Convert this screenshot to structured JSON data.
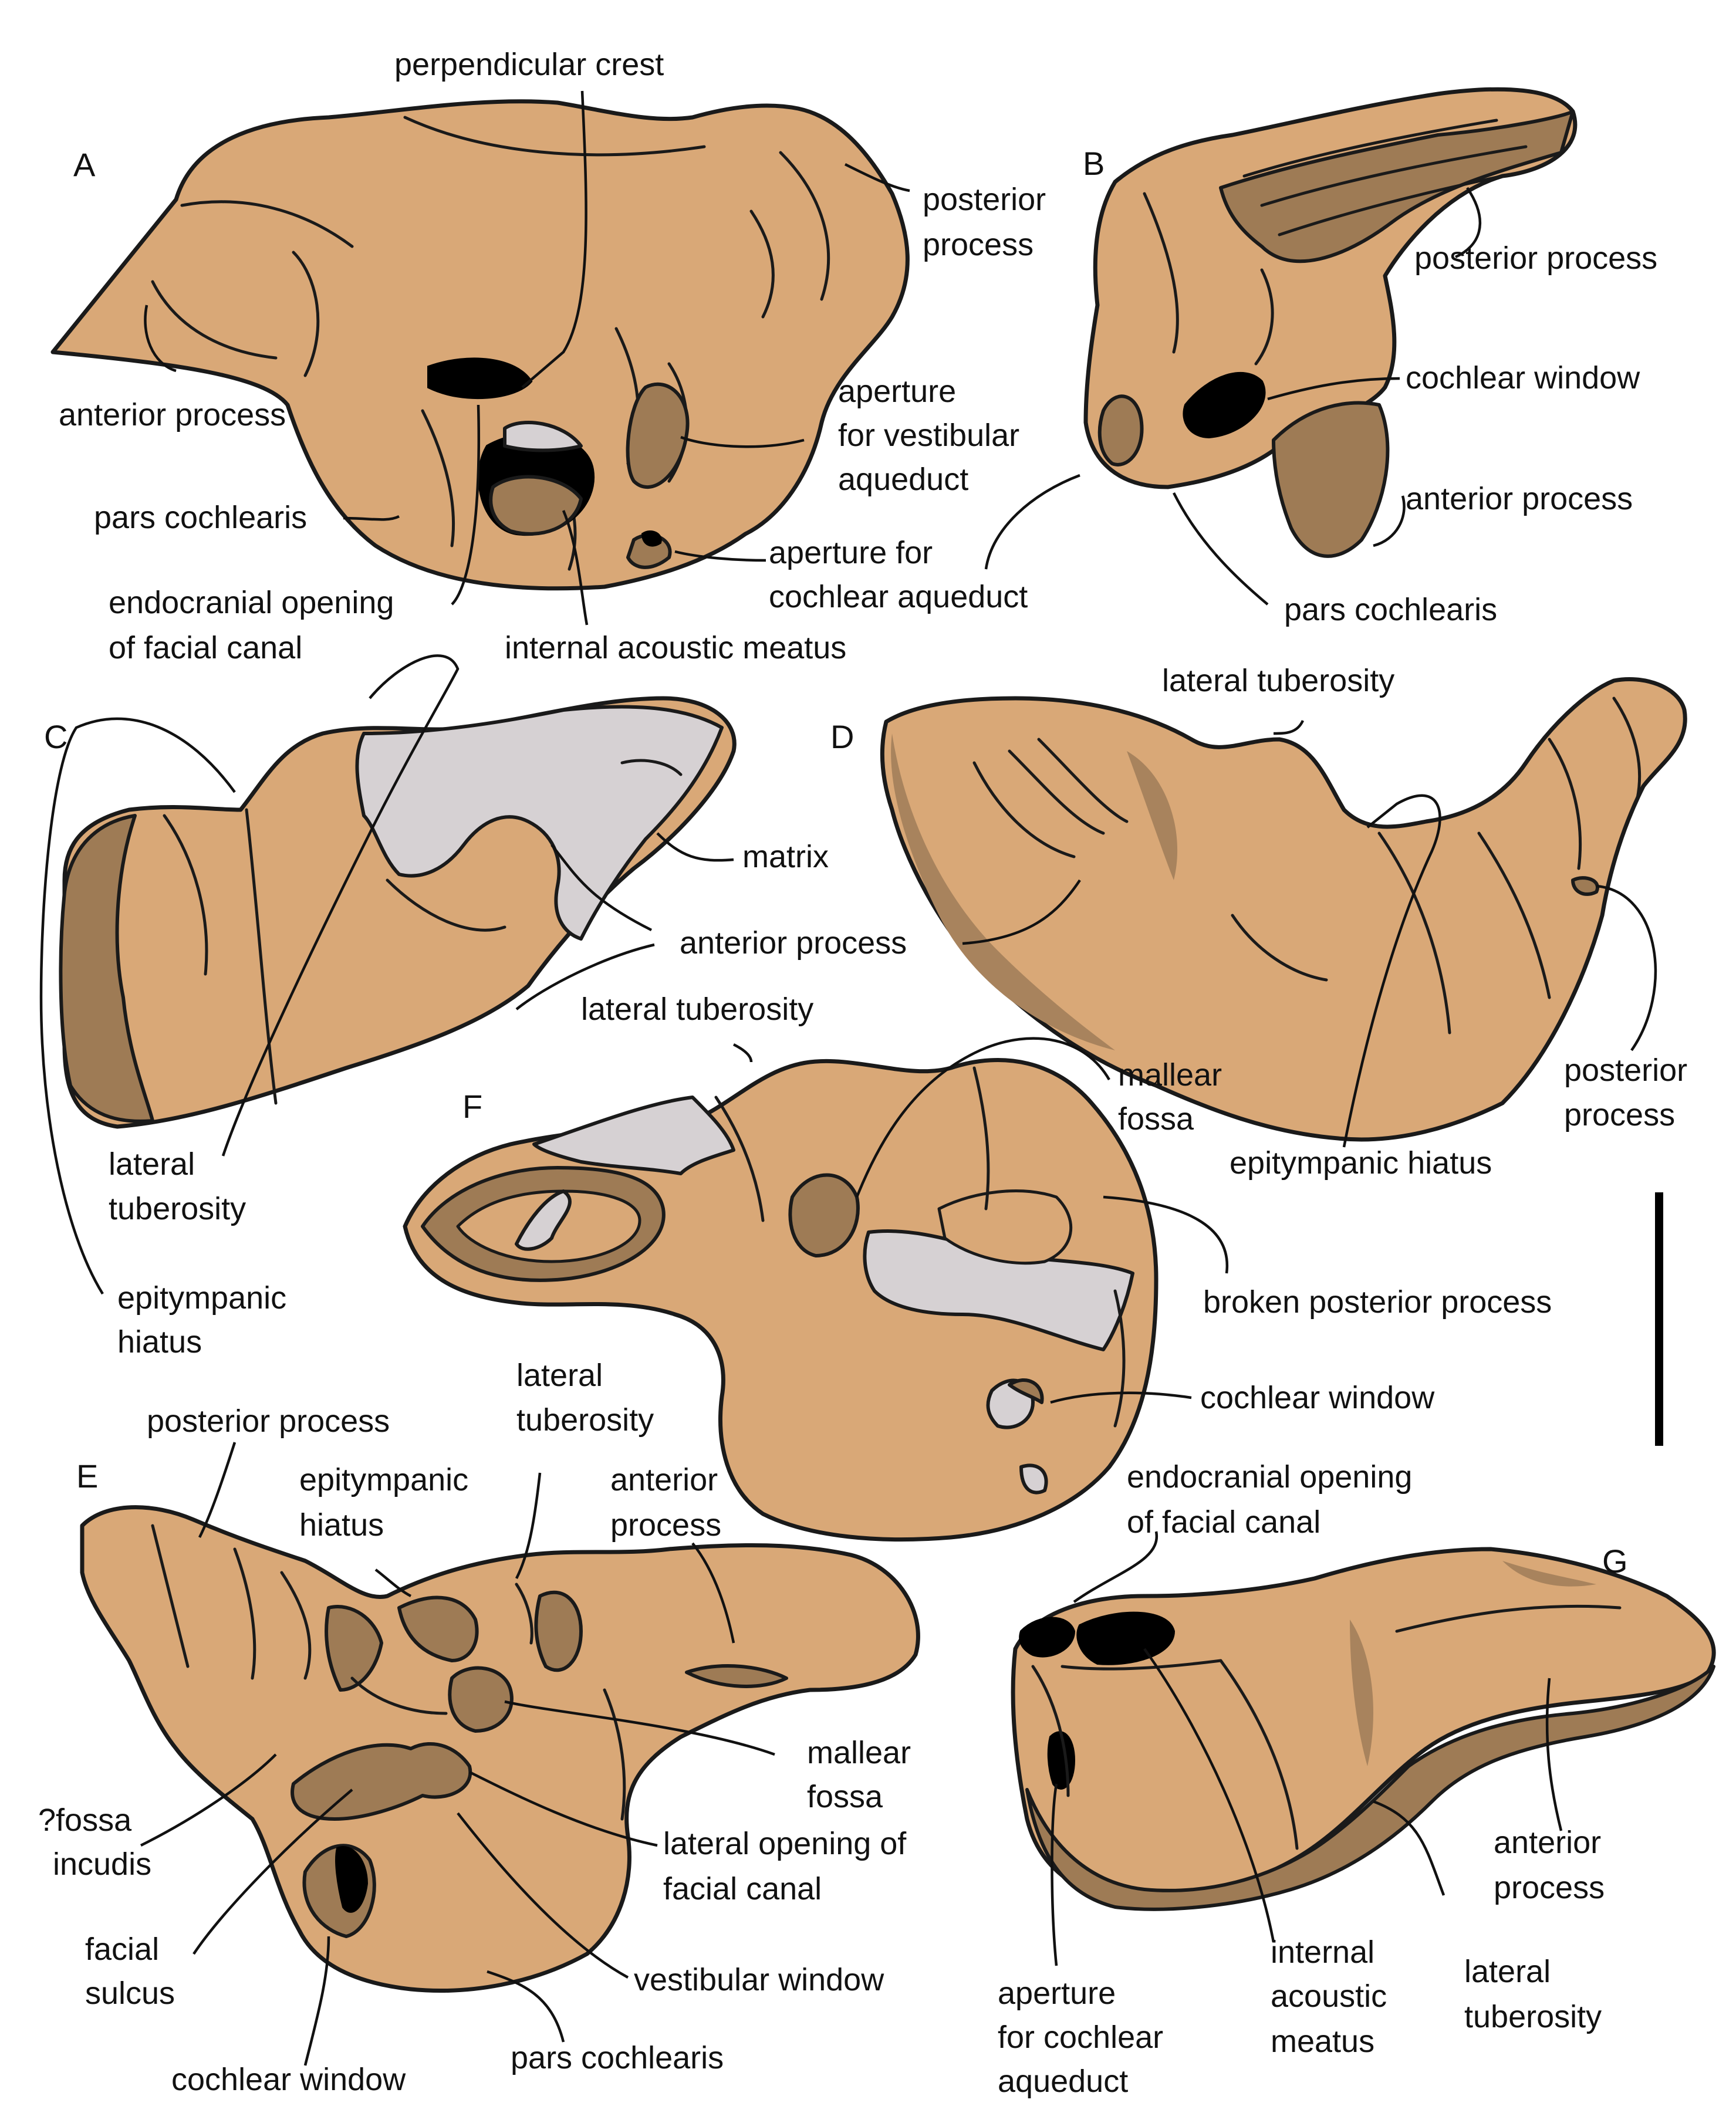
{
  "panels": {
    "A": {
      "letter": "A",
      "perpendicular_crest": "perpendicular crest",
      "posterior_process_1": "posterior",
      "posterior_process_2": "process",
      "anterior_process": "anterior process",
      "aperture_vestibular_1": "aperture",
      "aperture_vestibular_2": "for vestibular",
      "aperture_vestibular_3": "aqueduct",
      "pars_cochlearis": "pars cochlearis",
      "aperture_cochlear_1": "aperture for",
      "aperture_cochlear_2": "cochlear aqueduct",
      "endocranial_1": "endocranial opening",
      "endocranial_2": "of facial canal",
      "internal_acoustic_meatus": "internal acoustic meatus"
    },
    "B": {
      "letter": "B",
      "posterior_process": "posterior process",
      "cochlear_window": "cochlear window",
      "anterior_process": "anterior process",
      "pars_cochlearis": "pars cochlearis"
    },
    "C": {
      "letter": "C",
      "matrix": "matrix",
      "anterior_process": "anterior process",
      "lateral_tuberosity_1": "lateral",
      "lateral_tuberosity_2": "tuberosity",
      "epitympanic_hiatus_1": "epitympanic",
      "epitympanic_hiatus_2": "hiatus"
    },
    "D": {
      "letter": "D",
      "lateral_tuberosity": "lateral tuberosity",
      "posterior_process_1": "posterior",
      "posterior_process_2": "process",
      "epitympanic_hiatus": "epitympanic hiatus"
    },
    "F": {
      "letter": "F",
      "lateral_tuberosity": "lateral tuberosity",
      "mallear_fossa_1": "mallear",
      "mallear_fossa_2": "fossa",
      "broken_posterior_process": "broken posterior process",
      "cochlear_window": "cochlear window"
    },
    "E": {
      "letter": "E",
      "posterior_process": "posterior process",
      "lateral_tuberosity_1": "lateral",
      "lateral_tuberosity_2": "tuberosity",
      "epitympanic_hiatus_1": "epitympanic",
      "epitympanic_hiatus_2": "hiatus",
      "anterior_process_1": "anterior",
      "anterior_process_2": "process",
      "mallear_fossa_1": "mallear",
      "mallear_fossa_2": "fossa",
      "fossa_incudis_1": "?fossa",
      "fossa_incudis_2": "incudis",
      "lateral_opening_1": "lateral opening of",
      "lateral_opening_2": "facial canal",
      "facial_sulcus_1": "facial",
      "facial_sulcus_2": "sulcus",
      "vestibular_window": "vestibular window",
      "cochlear_window": "cochlear window",
      "pars_cochlearis": "pars cochlearis"
    },
    "G": {
      "letter": "G",
      "endocranial_1": "endocranial opening",
      "endocranial_2": "of facial canal",
      "anterior_process_1": "anterior",
      "anterior_process_2": "process",
      "lateral_tuberosity_1": "lateral",
      "lateral_tuberosity_2": "tuberosity",
      "internal_acoustic_1": "internal",
      "internal_acoustic_2": "acoustic",
      "internal_acoustic_3": "meatus",
      "aperture_cochlear_1": "aperture",
      "aperture_cochlear_2": "for cochlear",
      "aperture_cochlear_3": "aqueduct"
    }
  },
  "colors": {
    "bone": "#D9A877",
    "shadow": "#9E7B55",
    "matrix": "#D6D1D3",
    "opening": "#000000"
  }
}
